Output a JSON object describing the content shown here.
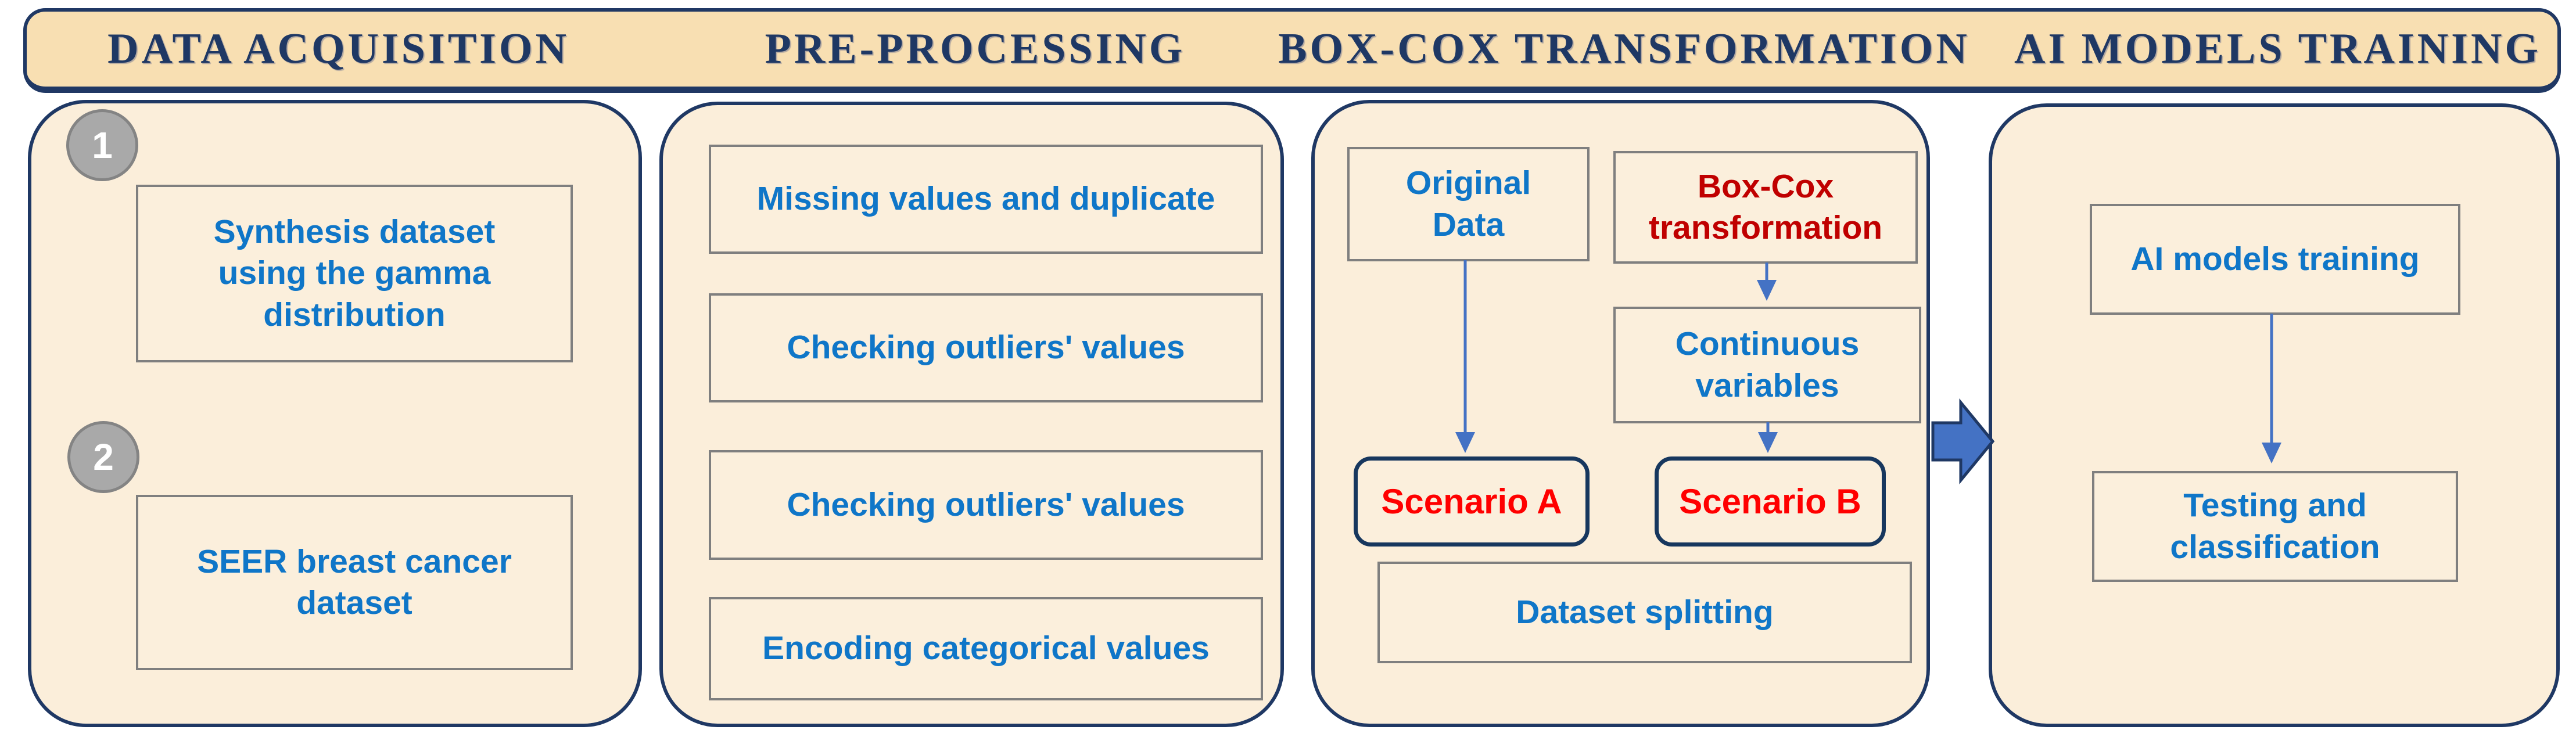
{
  "header": {
    "titles": [
      {
        "label": "DATA ACQUISITION"
      },
      {
        "label": "PRE-PROCESSING"
      },
      {
        "label": "BOX-COX TRANSFORMATION"
      },
      {
        "label": "AI MODELS TRAINING"
      }
    ]
  },
  "data_acquisition": {
    "badge1": "1",
    "badge2": "2",
    "box1": "Synthesis dataset using the gamma distribution",
    "box2": "SEER breast cancer dataset"
  },
  "pre_processing": {
    "box1": "Missing values and duplicate",
    "box2": "Checking outliers' values",
    "box3": "Checking outliers' values",
    "box4": "Encoding categorical values"
  },
  "box_cox": {
    "original_data": "Original Data",
    "transformation": "Box-Cox transformation",
    "continuous_variables": "Continuous variables",
    "scenario_a": "Scenario A",
    "scenario_b": "Scenario B",
    "dataset_splitting": "Dataset splitting"
  },
  "ai_training": {
    "training": "AI models training",
    "testing": "Testing and classification"
  },
  "colors": {
    "header_bg": "#F8DFB2",
    "panel_bg": "#FBEEDA",
    "navy_border": "#1F3864",
    "inner_box_border": "#7F7F7F",
    "blue_text": "#0F76C8",
    "dark_red_text": "#C00000",
    "red_text": "#FF0000",
    "arrow_blue": "#4472C4",
    "badge_gray": "#A9A9A9"
  }
}
